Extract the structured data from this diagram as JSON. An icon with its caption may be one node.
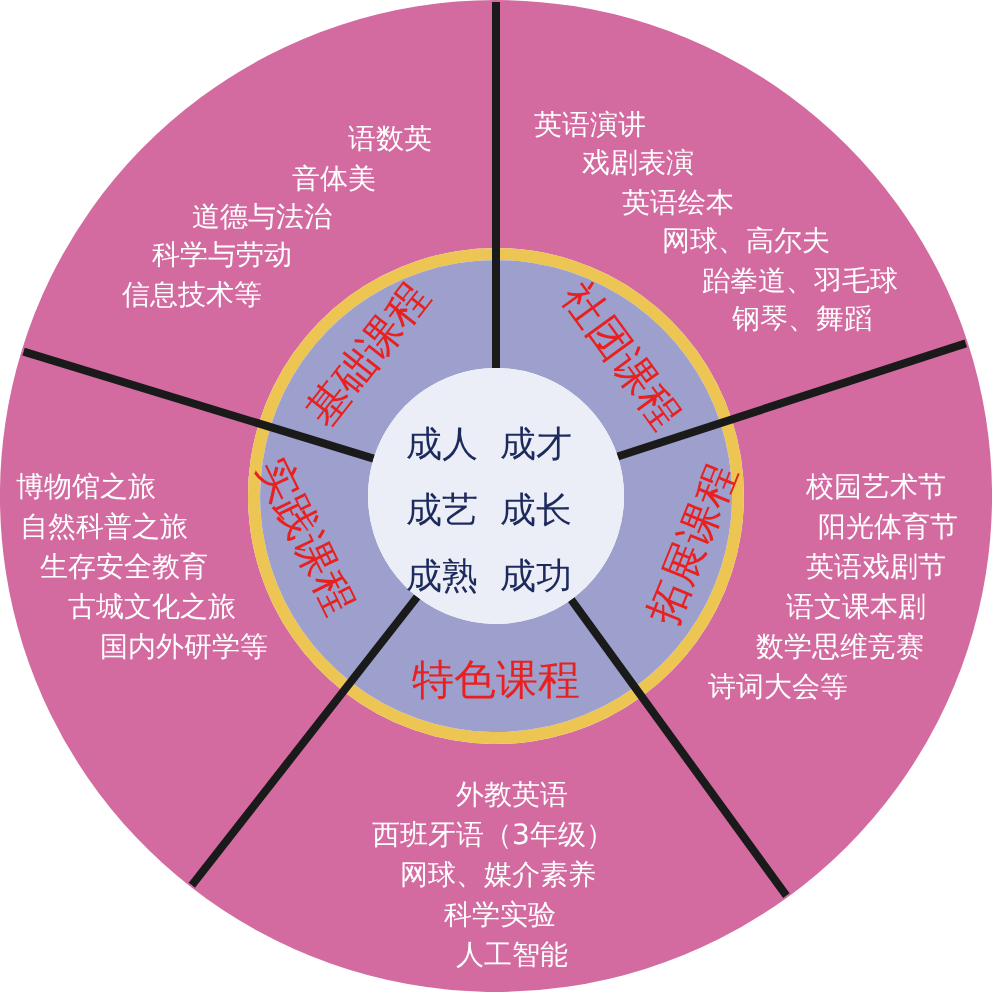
{
  "diagram": {
    "nodes": [
      {
        "text": [
          "成人",
          "成才",
          "成艺",
          "成长",
          "成熟",
          "成功"
        ]
      },
      {
        "text": [
          "基础课程",
          "语数英",
          "音体美",
          "道德与法治",
          "科学与劳动",
          "信息技术等"
        ]
      },
      {
        "text": [
          "社团课程",
          "英语演讲",
          "戏剧表演",
          "英语绘本",
          "网球、高尔夫",
          "跆拳道、羽毛球",
          "钢琴、舞蹈"
        ]
      },
      {
        "text": [
          "拓展课程",
          "校园艺术节",
          "阳光体育节",
          "英语戏剧节",
          "语文课本剧",
          "数学思维竞赛",
          "诗词大会等"
        ]
      },
      {
        "text": [
          "特色课程",
          "外教英语",
          "西班牙语（3年级）",
          "网球、媒介素养",
          "科学实验",
          "人工智能"
        ]
      },
      {
        "text": [
          "实践课程",
          "博物馆之旅",
          "自然科普之旅",
          "生存安全教育",
          "古城文化之旅",
          "国内外研学等"
        ]
      }
    ],
    "edges": []
  }
}
